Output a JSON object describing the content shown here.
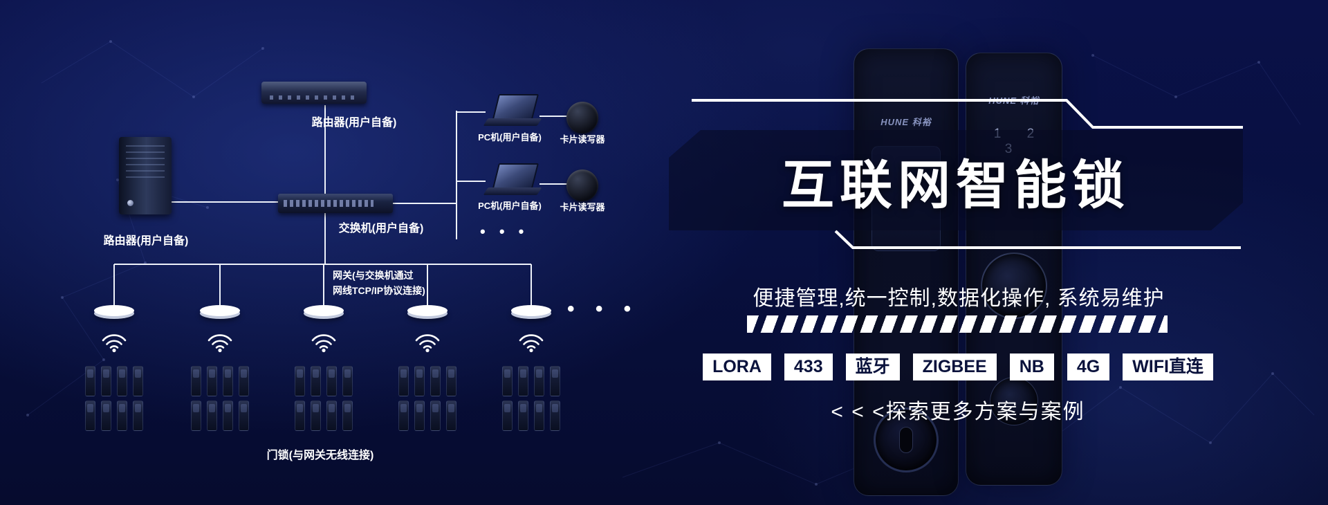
{
  "background": {
    "base_top": "#0a1148",
    "base_bottom": "#060b2e"
  },
  "diagram": {
    "router_top": {
      "label": "路由器(用户自备)"
    },
    "server": {
      "label": "路由器(用户自备)"
    },
    "switch": {
      "label": "交换机(用户自备)"
    },
    "pc_top": {
      "label": "PC机(用户自备)"
    },
    "pc_bottom": {
      "label": "PC机(用户自备)"
    },
    "card_reader_top": {
      "label": "卡片读写器"
    },
    "card_reader_bottom": {
      "label": "卡片读写器"
    },
    "gateway_note": {
      "line1": "网关(与交换机通过",
      "line2": "网线TCP/IP协议连接)"
    },
    "door_locks_label": "门锁(与网关无线连接)",
    "ellipsis": "• • •",
    "gateway_count": 5,
    "lock_group_count": 5,
    "lock_columns": 4,
    "lock_rows": 2
  },
  "promo": {
    "title": "互联网智能锁",
    "subtitle": "便捷管理,统一控制,数据化操作, 系统易维护",
    "connectivity_tags": [
      "LORA",
      "433",
      "蓝牙",
      "ZIGBEE",
      "NB",
      "4G",
      "WIFI直连"
    ],
    "cta": "< < <探索更多方案与案例",
    "colors": {
      "tag_bg": "#ffffff",
      "tag_text": "#0a123c",
      "accent_line": "#ffffff"
    }
  },
  "products": {
    "lock_left": {
      "brand": "HUNE 科裕"
    },
    "lock_right": {
      "brand": "HUNE 科裕",
      "keypad_digits": "1 2 3"
    }
  }
}
